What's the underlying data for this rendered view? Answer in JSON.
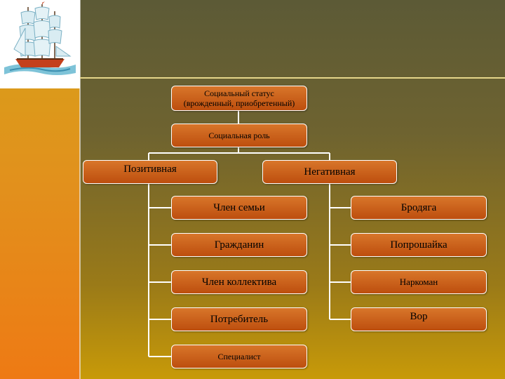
{
  "diagram": {
    "status": {
      "line1": "Социальный статус",
      "line2": "(врожденный, приобретенный)"
    },
    "role": "Социальная роль",
    "positive": {
      "label": "Позитивная",
      "items": [
        "Член семьи",
        "Гражданин",
        "Член коллектива",
        "Потребитель",
        "Специалист"
      ]
    },
    "negative": {
      "label": "Негативная",
      "items": [
        "Бродяга",
        "Попрошайка",
        "Наркоман",
        "Вор"
      ]
    }
  },
  "colors": {
    "box_top": "#d8762a",
    "box_bottom": "#bd4e0e",
    "connector": "#ffffff",
    "left_strip": "#e2901c",
    "background": "#6e6330"
  },
  "icons": [
    "sailing-ship-icon"
  ]
}
